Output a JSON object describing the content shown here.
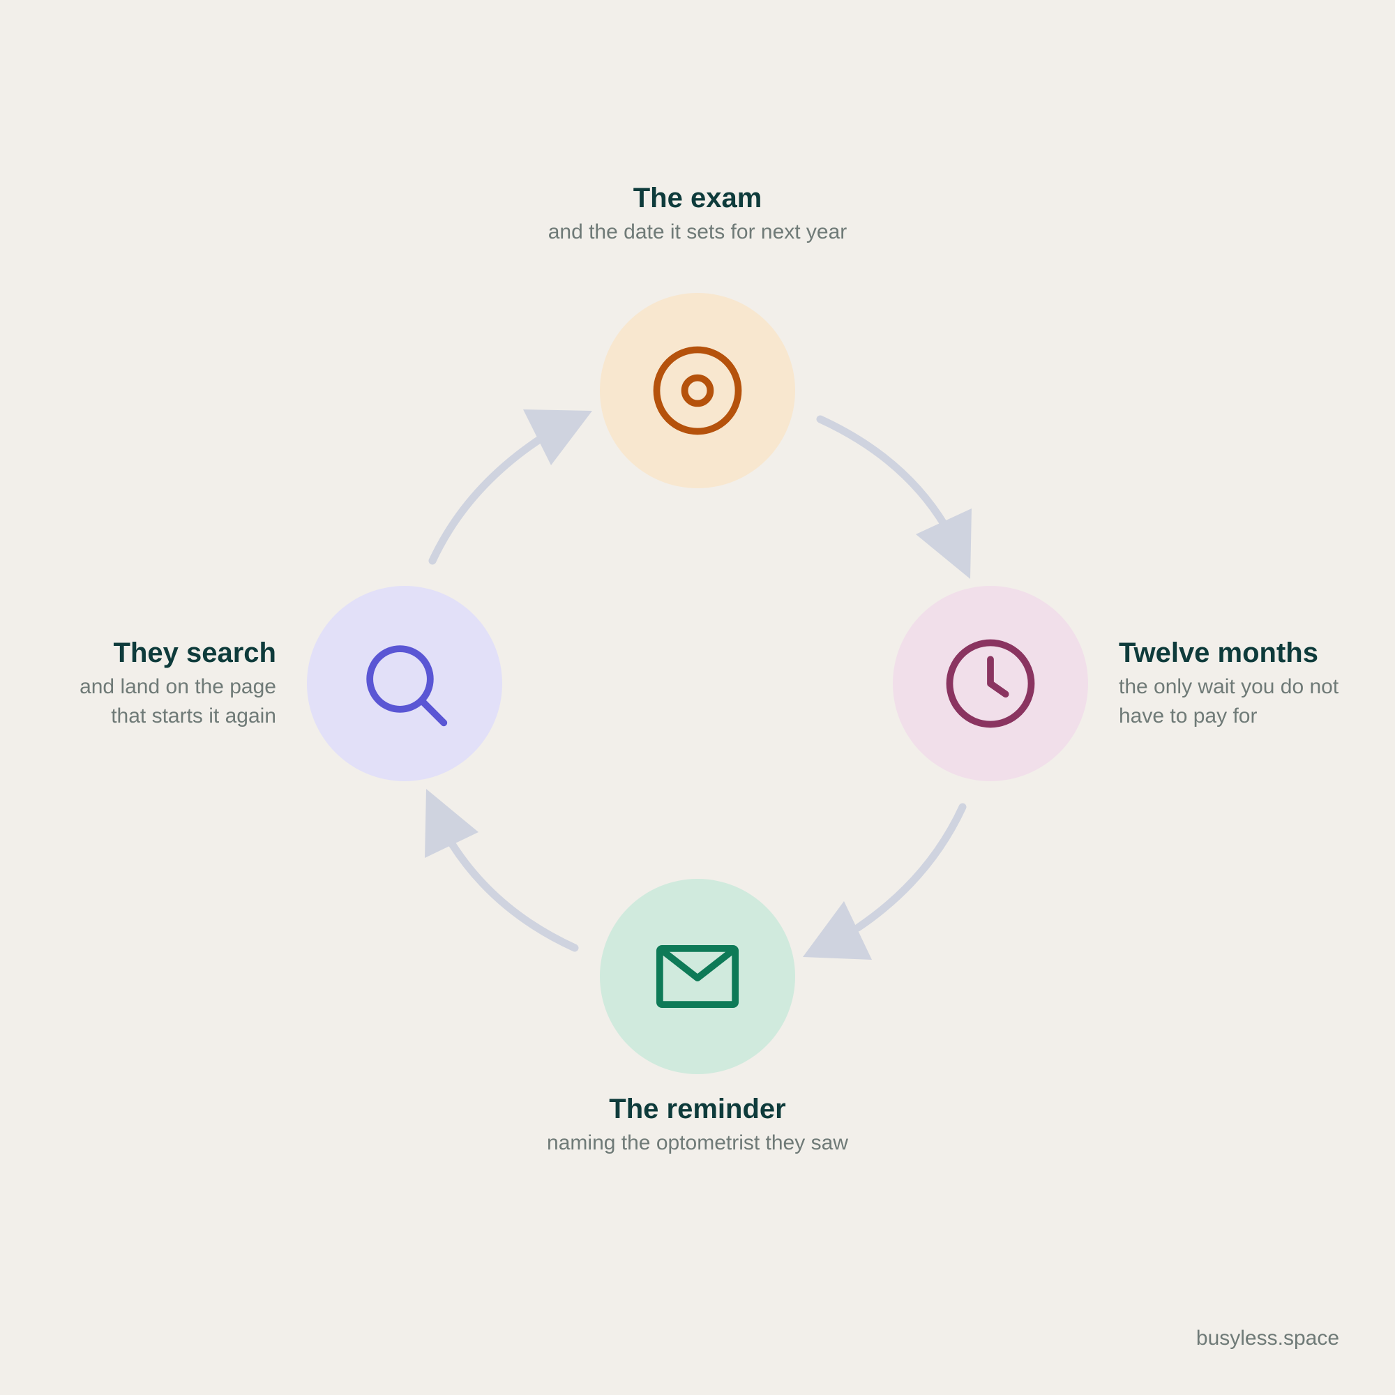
{
  "colors": {
    "background": "#f2efea",
    "arrow": "#cfd3df",
    "title_text": "#0e3b3b",
    "desc_text": "#6f7a77"
  },
  "nodes": [
    {
      "id": "exam",
      "title": "The exam",
      "description": "and the date it sets for next year",
      "icon": "target-icon",
      "circle_color": "#f8e7cf",
      "icon_color": "#b5520c"
    },
    {
      "id": "twelve-months",
      "title": "Twelve months",
      "description": "the only wait you do not have to pay for",
      "icon": "clock-icon",
      "circle_color": "#f1dfea",
      "icon_color": "#8a3460"
    },
    {
      "id": "reminder",
      "title": "The reminder",
      "description": "naming the optometrist they saw",
      "icon": "envelope-icon",
      "circle_color": "#d0eadd",
      "icon_color": "#0e7a57"
    },
    {
      "id": "they-search",
      "title": "They search",
      "description": "and land on the page that starts it again",
      "icon": "search-icon",
      "circle_color": "#e2e0f8",
      "icon_color": "#5a56d4"
    }
  ],
  "footer": "busyless.space"
}
